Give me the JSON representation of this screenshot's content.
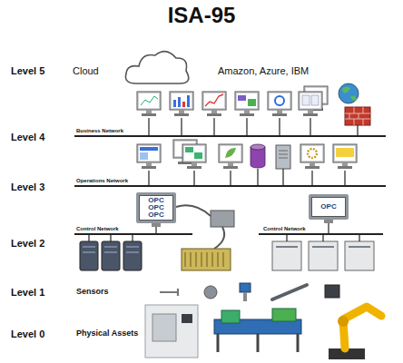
{
  "diagram": {
    "title": "ISA-95",
    "nodes": [
      {
        "text": [
          "OPC",
          "OPC",
          "OPC"
        ]
      },
      {
        "text": [
          "OPC"
        ]
      }
    ],
    "labels": [
      "Level 5",
      "Cloud",
      "Amazon, Azure, IBM",
      "Level 4",
      "Business Network",
      "Level 3",
      "Operations Network",
      "Level 2",
      "Control Network",
      "Control Network",
      "Level 1",
      "Sensors",
      "Level 0",
      "Physical Assets"
    ]
  }
}
